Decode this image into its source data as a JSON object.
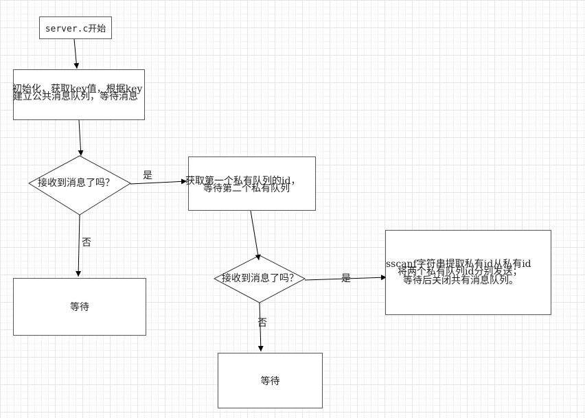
{
  "nodes": {
    "start": "server.c开始",
    "init_line1": "初始化，获取key值，根据key",
    "init_line2": "建立公共消息队列，等待消息",
    "decision1": "接收到消息了吗？",
    "get_id_line1": "获取第一个私有队列的id，",
    "get_id_line2": "等待第二个私有队列",
    "decision2": "接收到消息了吗？",
    "final_line1": "sscanf字符串提取私有id从私有id",
    "final_line2": "将两个私有队列id分别发送；",
    "final_line3": "等待后关闭共有消息队列。",
    "wait1": "等待",
    "wait2": "等待"
  },
  "edges": {
    "yes1": "是",
    "no1": "否",
    "yes2": "是",
    "no2": "否"
  }
}
